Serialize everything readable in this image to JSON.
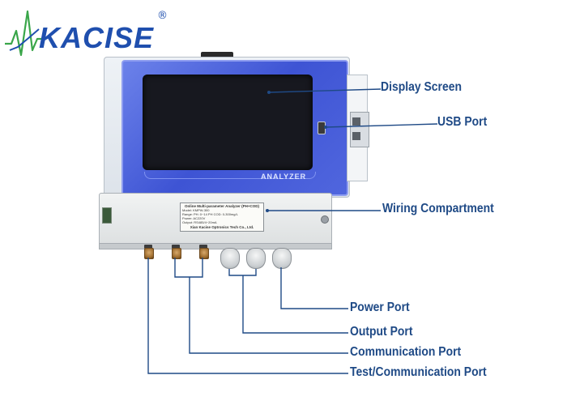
{
  "brand": {
    "logo_text": "KACISE",
    "registered_mark": "®"
  },
  "device": {
    "cover_label": "ANALYZER",
    "nameplate": {
      "title": "Online Multi-parameter Analyzer (PH+COD)",
      "model": "Model: KMPW-300",
      "range": "Range: PH: 0~14 PH  COD: 0-300mg/L",
      "power": "Power: AC220V",
      "output": "Output: RS485/4~20mA",
      "company": "Xian Kacise Optronics Tech Co., Ltd."
    }
  },
  "callouts": {
    "display_screen": "Display Screen",
    "usb_port": "USB Port",
    "wiring_compartment": "Wiring Compartment",
    "power_port": "Power Port",
    "output_port": "Output Port",
    "communication_port": "Communication Port",
    "test_communication_port": "Test/Communication Port"
  },
  "colors": {
    "callout_text": "#1f4a86",
    "leader_line": "#1f4a86",
    "logo": "#1f4fae",
    "logo_wave": "#3aa64a"
  }
}
